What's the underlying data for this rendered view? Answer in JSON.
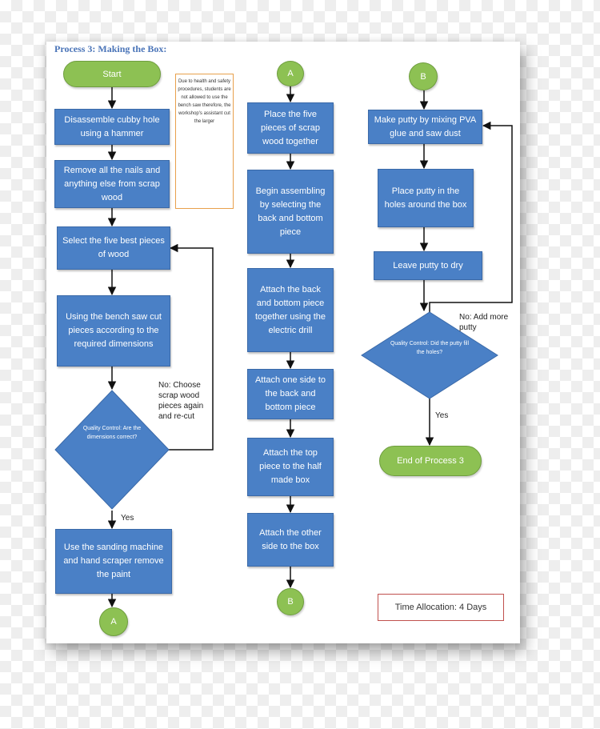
{
  "title": "Process 3: Making the Box:",
  "note": "Due to health and safety procedures, students are not allowed to use the bench saw therefore, the workshop's assistant cut the larger",
  "time_allocation": "Time Allocation: 4 Days",
  "colors": {
    "process": "#4a80c6",
    "terminal": "#8dc153",
    "note_border": "#e8a04c",
    "time_border": "#c0504d"
  },
  "col1": {
    "start": "Start",
    "step1": "Disassemble cubby hole using a hammer",
    "step2": "Remove all the nails and anything else from scrap wood",
    "step3": "Select the five best pieces of wood",
    "step4": "Using the bench saw cut pieces according to the required dimensions",
    "decision": "Quality Control: Are the dimensions correct?",
    "no_label": "No: Choose scrap wood pieces again and re-cut",
    "yes_label": "Yes",
    "step5": "Use the sanding machine and hand scraper remove the paint",
    "connector_end": "A"
  },
  "col2": {
    "connector_start": "A",
    "step1": "Place the five pieces of scrap wood together",
    "step2": "Begin assembling by selecting the back and bottom piece",
    "step3": "Attach the back and bottom piece together using the electric drill",
    "step4": "Attach one side to the back and bottom piece",
    "step5": "Attach the top piece to the half made box",
    "step6": "Attach the other side to the box",
    "connector_end": "B"
  },
  "col3": {
    "connector_start": "B",
    "step1": "Make putty by mixing PVA glue and saw dust",
    "step2": "Place putty in the holes around the box",
    "step3": "Leave putty to dry",
    "decision": "Quality Control: Did the putty fill the holes?",
    "no_label": "No: Add more putty",
    "yes_label": "Yes",
    "end": "End of Process 3"
  }
}
